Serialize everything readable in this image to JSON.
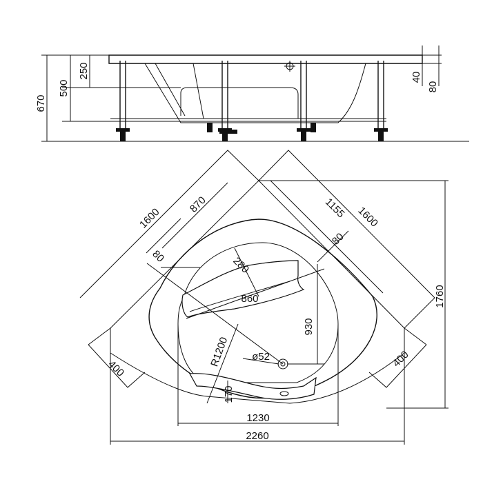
{
  "drawing": {
    "side_view": {
      "dims": {
        "total_height": "670",
        "tub_depth": "500",
        "seat_depth": "250",
        "rim": "40",
        "rim_outer": "80"
      }
    },
    "top_view": {
      "dims": {
        "side_left": "1600",
        "side_right": "1600",
        "inner_left": "870",
        "inner_right": "1155",
        "rim_left": "80",
        "rim_right": "80",
        "seat_width": "280",
        "seat_length": "860",
        "drain_offset": "930",
        "radius": "R1200",
        "drain_diameter": "ø52",
        "front_offset": "170",
        "depth": "1760",
        "inner_width": "1230",
        "overall_width": "2260",
        "corner_left": "400",
        "corner_right": "400"
      }
    },
    "colors": {
      "line": "#111111",
      "background": "#ffffff"
    }
  }
}
